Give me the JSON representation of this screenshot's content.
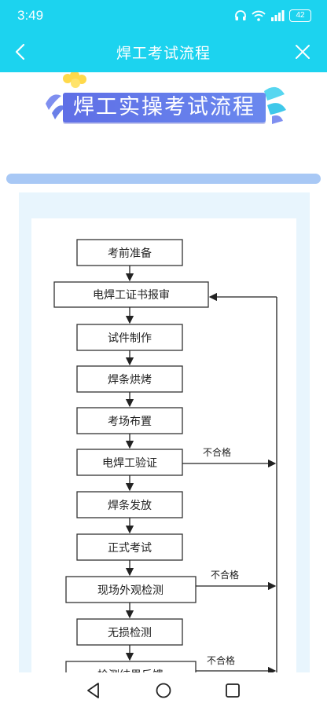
{
  "status": {
    "time": "3:49",
    "battery": "42"
  },
  "nav": {
    "title": "焊工考试流程"
  },
  "banner": {
    "title": "焊工实操考试流程"
  },
  "flowchart": {
    "steps": [
      "考前准备",
      "电焊工证书报审",
      "试件制作",
      "焊条烘烤",
      "考场布置",
      "电焊工验证",
      "焊条发放",
      "正式考试",
      "现场外观检测",
      "无损检测",
      "检测结果反馈"
    ],
    "fail_label": "不合格"
  },
  "colors": {
    "header": "#1cd3ef",
    "banner": "#6a7ff0",
    "divider": "#a8c8f5",
    "panel": "#e8f5fd"
  },
  "icons": {
    "back": "chevron-left-icon",
    "close": "close-icon",
    "home": "home-icon"
  }
}
